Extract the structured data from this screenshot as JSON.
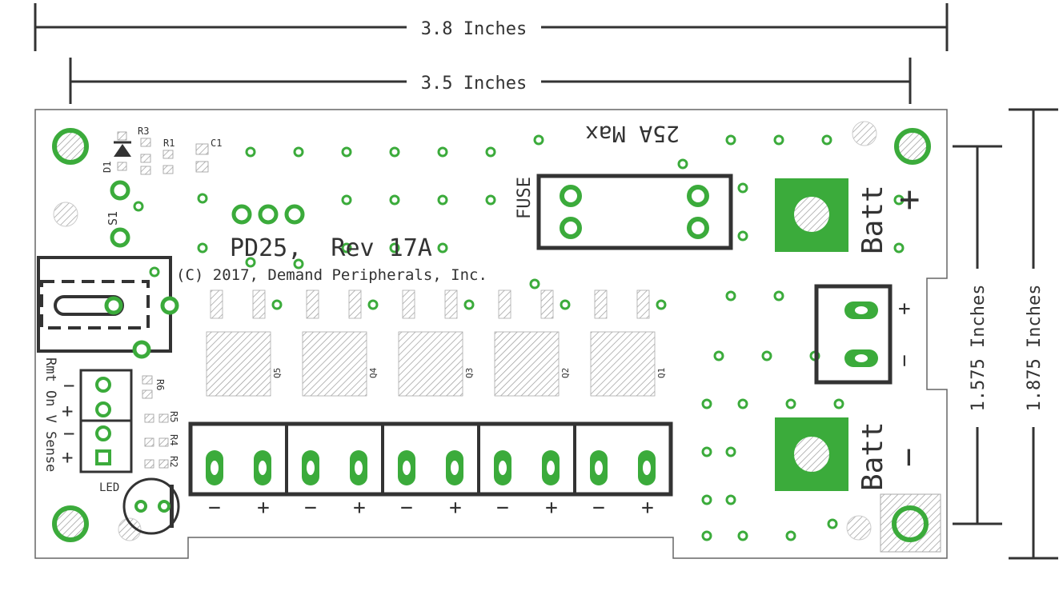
{
  "dimensions": {
    "width_outer": "3.8 Inches",
    "width_inner": "3.5 Inches",
    "height_inner": "1.575 Inches",
    "height_outer": "1.875 Inches"
  },
  "silkscreen": {
    "title": "PD25,  Rev 17A",
    "copyright": "(C) 2017, Demand Peripherals, Inc.",
    "fuse_label": "FUSE",
    "fuse_rating": "25A Max",
    "batt_pos_label": "Batt",
    "batt_pos_sign": "+",
    "batt_neg_label": "Batt",
    "batt_neg_sign": "−",
    "led_label": "LED",
    "switch_label": "S1",
    "diode_label": "D1",
    "resistor_r3": "R3",
    "resistor_r1": "R1",
    "capacitor_c1": "C1",
    "resistor_r6": "R6",
    "resistor_r5": "R5",
    "resistor_r4": "R4",
    "resistor_r2": "R2",
    "side_label": "Rmt On V Sense",
    "rmt_minus": "−",
    "rmt_plus": "+",
    "sense_minus": "−",
    "sense_plus": "+",
    "mosfets": [
      "Q5",
      "Q4",
      "Q3",
      "Q2",
      "Q1"
    ],
    "output_minus": "−",
    "output_plus": "+",
    "aux_plus": "+",
    "aux_minus": "−"
  },
  "colors": {
    "pad": "#3bab3b",
    "silkscreen": "#333333",
    "hatch": "#aaaaaa"
  }
}
